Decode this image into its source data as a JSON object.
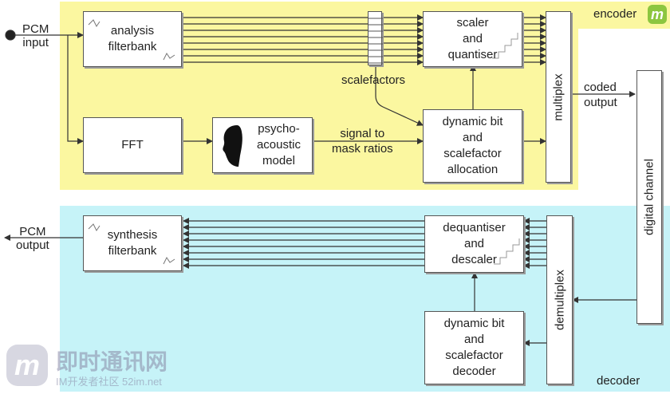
{
  "regions": {
    "encoder": "encoder",
    "decoder": "decoder"
  },
  "inputs": {
    "pcm_input": "PCM\ninput",
    "pcm_output": "PCM\noutput"
  },
  "boxes": {
    "analysis": "analysis\nfilterbank",
    "fft": "FFT",
    "psycho": "psycho-\nacoustic\nmodel",
    "scaler": "scaler\nand\nquantiser",
    "dynbit_enc": "dynamic bit\nand\nscalefactor\nallocation",
    "multiplex": "multiplex",
    "synthesis": "synthesis\nfilterbank",
    "dequant": "dequantiser\nand\ndescaler",
    "dynbit_dec": "dynamic bit\nand\nscalefactor\ndecoder",
    "demultiplex": "demultiplex",
    "channel": "digital channel"
  },
  "labels": {
    "scalefactors": "scalefactors",
    "signal_to_mask": "signal to\nmask ratios",
    "coded_output": "coded\noutput"
  },
  "watermark": {
    "logo_letter": "m",
    "title": "即时通讯网",
    "subtitle": "IM开发者社区 52im.net"
  },
  "colors": {
    "encoder_bg": "#fbf7a0",
    "decoder_bg": "#c6f3f8",
    "brand_green": "#8cc63f"
  }
}
